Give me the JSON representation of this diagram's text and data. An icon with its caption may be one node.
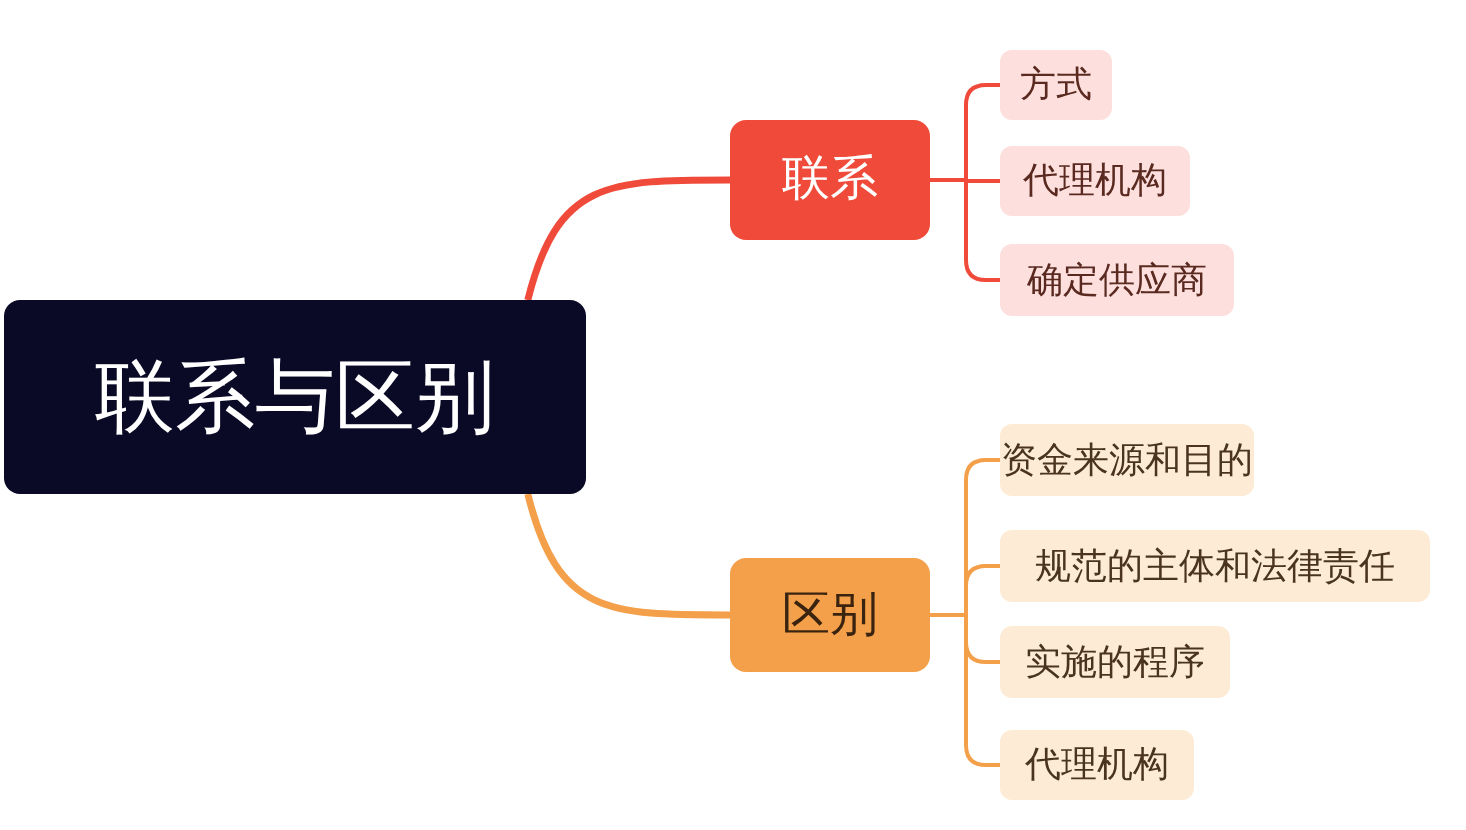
{
  "diagram": {
    "nodes": [
      {
        "text": [
          "联系与区别"
        ]
      },
      {
        "text": [
          "联系"
        ]
      },
      {
        "text": [
          "方式"
        ]
      },
      {
        "text": [
          "代理机构"
        ]
      },
      {
        "text": [
          "确定供应商"
        ]
      },
      {
        "text": [
          "区别"
        ]
      },
      {
        "text": [
          "资金来源和目的"
        ]
      },
      {
        "text": [
          "规范的主体和法律责任"
        ]
      },
      {
        "text": [
          "实施的程序"
        ]
      },
      {
        "text": [
          "代理机构"
        ]
      }
    ],
    "edges": [
      {
        "from": 0,
        "to": 1,
        "arrow": "none",
        "color": "#f04a3a"
      },
      {
        "from": 1,
        "to": 2,
        "arrow": "none",
        "color": "#f04a3a"
      },
      {
        "from": 1,
        "to": 3,
        "arrow": "none",
        "color": "#f04a3a"
      },
      {
        "from": 1,
        "to": 4,
        "arrow": "none",
        "color": "#f04a3a"
      },
      {
        "from": 0,
        "to": 5,
        "arrow": "none",
        "color": "#f4a04a"
      },
      {
        "from": 5,
        "to": 6,
        "arrow": "none",
        "color": "#f4a04a"
      },
      {
        "from": 5,
        "to": 7,
        "arrow": "none",
        "color": "#f4a04a"
      },
      {
        "from": 5,
        "to": 8,
        "arrow": "none",
        "color": "#f4a04a"
      },
      {
        "from": 5,
        "to": 9,
        "arrow": "none",
        "color": "#f4a04a"
      }
    ]
  }
}
